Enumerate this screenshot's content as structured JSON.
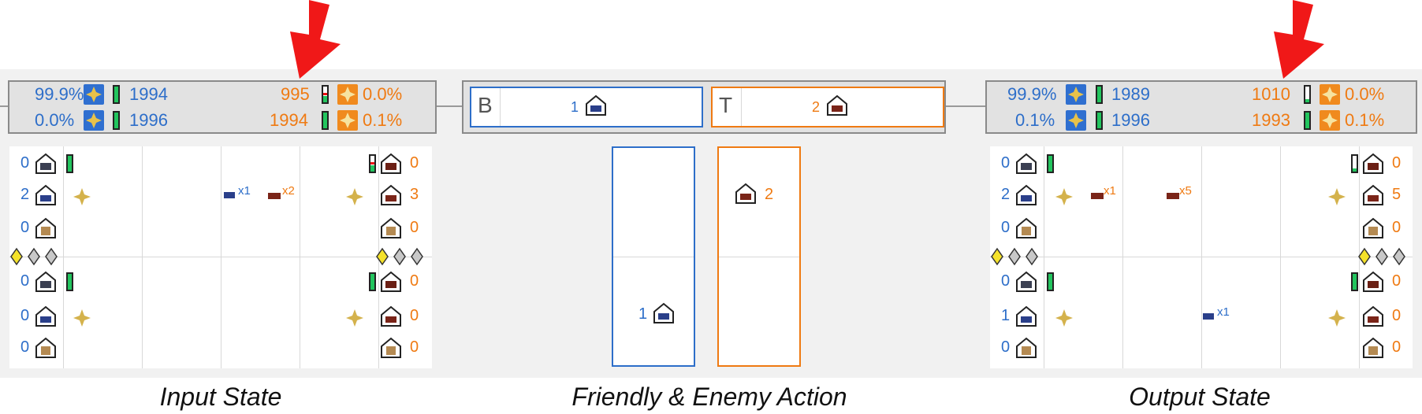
{
  "captions": {
    "input": "Input State",
    "action": "Friendly & Enemy Action",
    "output": "Output State"
  },
  "colors": {
    "friendly": "#2d6ec9",
    "enemy": "#ef7a12",
    "arrow": "#f01818",
    "hp": "#22c55e"
  },
  "input": {
    "header": {
      "left_row1": "99.9%",
      "left_row2": "0.0%",
      "left_val1": "1994",
      "left_val2": "1996",
      "right_val1": "995",
      "right_val2": "1994",
      "right_pct1": "0.0%",
      "right_pct2": "0.1%"
    },
    "left_counts": [
      "0",
      "2",
      "0",
      "0",
      "0",
      "0"
    ],
    "right_counts": [
      "0",
      "3",
      "0",
      "0",
      "0",
      "0"
    ],
    "map_labels": {
      "blue_unit": "x1",
      "orange_unit": "x2"
    }
  },
  "action": {
    "friendly_letter": "B",
    "enemy_letter": "T",
    "friendly_count": "1",
    "enemy_count": "2",
    "enemy_panel_count": "2",
    "friendly_panel_count": "1"
  },
  "output": {
    "header": {
      "left_row1": "99.9%",
      "left_row2": "0.1%",
      "left_val1": "1989",
      "left_val2": "1996",
      "right_val1": "1010",
      "right_val2": "1993",
      "right_pct1": "0.0%",
      "right_pct2": "0.1%"
    },
    "left_counts": [
      "0",
      "2",
      "0",
      "0",
      "1",
      "0"
    ],
    "right_counts": [
      "0",
      "5",
      "0",
      "0",
      "0",
      "0"
    ],
    "map_labels": {
      "orange_unit_a": "x1",
      "orange_unit_b": "x5",
      "blue_unit": "x1"
    }
  },
  "icons": {
    "unit_types": [
      "tank-icon",
      "infantry-icon",
      "building-icon"
    ],
    "faction_emblem": "gold-emblem-icon",
    "arrow": "red-arrow-icon"
  }
}
